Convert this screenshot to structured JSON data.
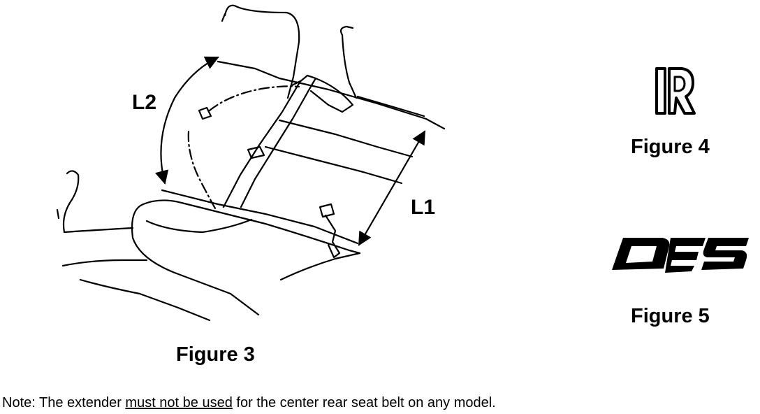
{
  "figures": {
    "figure3": {
      "caption": "Figure 3",
      "dimension_l1": "L1",
      "dimension_l2": "L2"
    },
    "figure4": {
      "caption": "Figure 4"
    },
    "figure5": {
      "caption": "Figure 5"
    }
  },
  "note": {
    "prefix": "Note: The extender ",
    "emphasis": "must not be used",
    "suffix": " for the center rear seat belt on any model."
  },
  "colors": {
    "ink": "#000000",
    "paper": "#ffffff"
  }
}
